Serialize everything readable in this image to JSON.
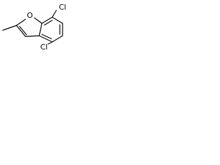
{
  "molecule": {
    "atoms": {
      "oxygen": "O",
      "chlorine_top": "Cl",
      "chlorine_bottom": "Cl"
    },
    "colors": {
      "bond": "#000000",
      "label": "#000000",
      "background": "#ffffff"
    }
  }
}
